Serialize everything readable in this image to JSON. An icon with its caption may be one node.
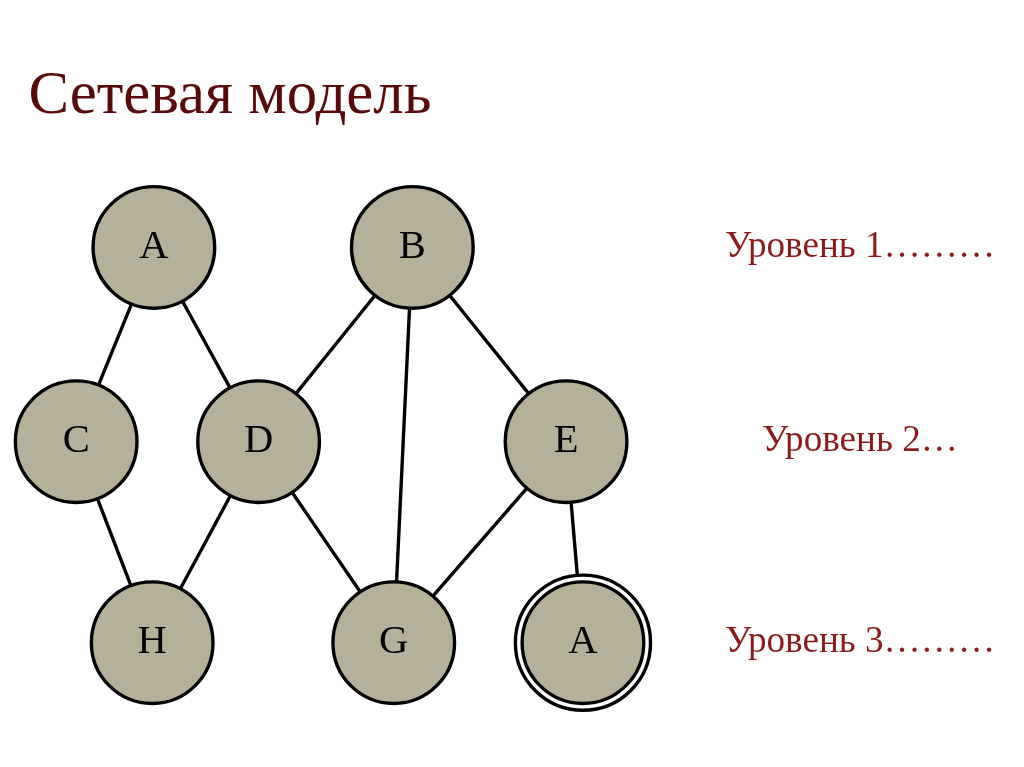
{
  "diagram": {
    "title": "Сетевая модель",
    "nodes": [
      {
        "text": [
          "A"
        ]
      },
      {
        "text": [
          "B"
        ]
      },
      {
        "text": [
          "C"
        ]
      },
      {
        "text": [
          "D"
        ]
      },
      {
        "text": [
          "E"
        ]
      },
      {
        "text": [
          "H"
        ]
      },
      {
        "text": [
          "G"
        ]
      },
      {
        "text": [
          "A"
        ]
      }
    ],
    "edges": [
      {
        "from": 0,
        "to": 2,
        "arrow": "none"
      },
      {
        "from": 0,
        "to": 3,
        "arrow": "none"
      },
      {
        "from": 1,
        "to": 3,
        "arrow": "none"
      },
      {
        "from": 1,
        "to": 6,
        "arrow": "none"
      },
      {
        "from": 1,
        "to": 4,
        "arrow": "none"
      },
      {
        "from": 2,
        "to": 5,
        "arrow": "none"
      },
      {
        "from": 3,
        "to": 5,
        "arrow": "none"
      },
      {
        "from": 3,
        "to": 6,
        "arrow": "none"
      },
      {
        "from": 4,
        "to": 6,
        "arrow": "none"
      },
      {
        "from": 4,
        "to": 7,
        "arrow": "none"
      }
    ],
    "labels": [
      "Уровень 1………",
      "Уровень 2…",
      "Уровень 3………"
    ]
  }
}
